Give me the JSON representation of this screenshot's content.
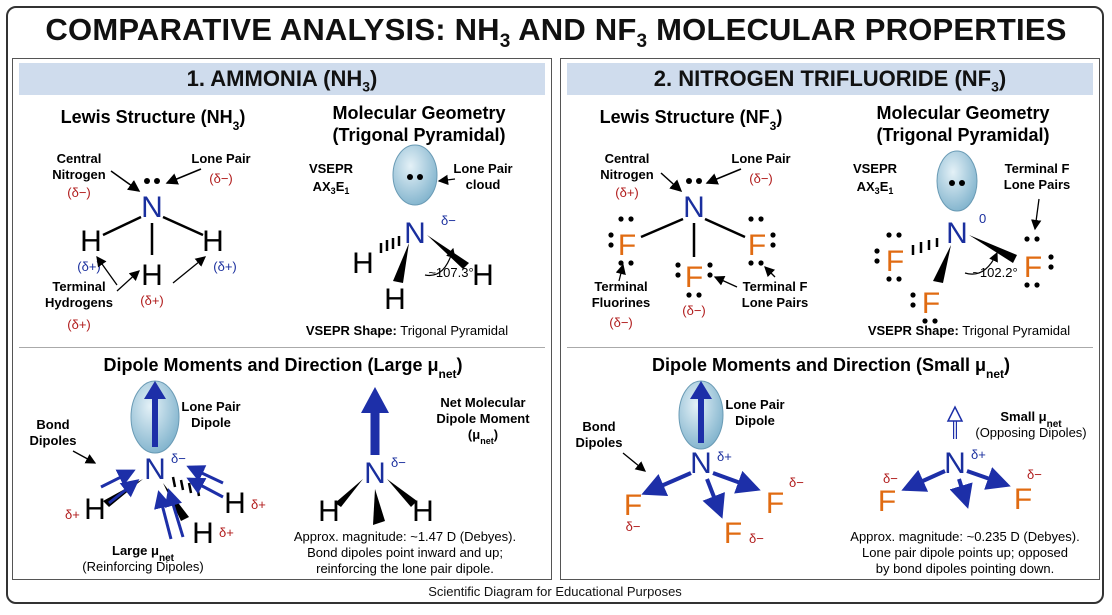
{
  "title": {
    "prefix": "COMPARATIVE ANALYSIS: NH",
    "mid": " AND NF",
    "suffix": " MOLECULAR PROPERTIES",
    "sub": "3"
  },
  "footer": "Scientific Diagram for Educational Purposes",
  "nh3": {
    "header": "1. AMMONIA (NH",
    "header_sub": "3",
    "header_end": ")",
    "lewis_title": "Lewis Structure (NH",
    "lewis_sub": "3",
    "lewis_end": ")",
    "central_a": "Central",
    "central_b": "Nitrogen",
    "delta_minus": "(δ−)",
    "lone_pair": "Lone Pair",
    "delta_plus": "(δ+)",
    "terminal_a": "Terminal",
    "terminal_b": "Hydrogens",
    "geom_title_a": "Molecular Geometry",
    "geom_title_b": "(Trigonal Pyramidal)",
    "vsepr": "VSEPR",
    "ax": "AX",
    "ax_3": "3",
    "e": "E",
    "e_1": "1",
    "lone_pair_cloud_a": "Lone Pair",
    "lone_pair_cloud_b": "cloud",
    "angle": "~107.3°",
    "delta_sym": "δ−",
    "vsepr_shape_label": "VSEPR Shape:",
    "vsepr_shape_value": " Trigonal Pyramidal",
    "dipole_title": "Dipole Moments and Direction (Large μ",
    "dipole_sub": "net",
    "dipole_end": ")",
    "bond_dipoles_a": "Bond",
    "bond_dipoles_b": "Dipoles",
    "lp_dipole_a": "Lone Pair",
    "lp_dipole_b": "Dipole",
    "large_mu": "Large μ",
    "large_mu_sub": "net",
    "reinforcing": "(Reinforcing Dipoles)",
    "net_a": "Net Molecular",
    "net_b": "Dipole Moment",
    "net_c": "(μ",
    "net_c_sub": "net",
    "net_c_end": ")",
    "magnitude": "Approx. magnitude: ~1.47 D (Debyes).",
    "explain_a": "Bond dipoles point inward and up;",
    "explain_b": "reinforcing the lone pair dipole.",
    "delta_plus_sym": "δ+"
  },
  "nf3": {
    "header": "2. NITROGEN TRIFLUORIDE (NF",
    "header_sub": "3",
    "header_end": ")",
    "lewis_title": "Lewis Structure (NF",
    "lewis_sub": "3",
    "lewis_end": ")",
    "central_a": "Central",
    "central_b": "Nitrogen",
    "delta_plus": "(δ+)",
    "lone_pair": "Lone Pair",
    "delta_minus": "(δ−)",
    "terminal_a": "Terminal",
    "terminal_b": "Fluorines",
    "terminal_f_a": "Terminal F",
    "terminal_f_b": "Lone Pairs",
    "geom_title_a": "Molecular Geometry",
    "geom_title_b": "(Trigonal Pyramidal)",
    "vsepr": "VSEPR",
    "ax": "AX",
    "ax_3": "3",
    "e": "E",
    "e_1": "1",
    "charge_zero": "0",
    "angle": "~102.2°",
    "vsepr_shape_label": "VSEPR Shape:",
    "vsepr_shape_value": " Trigonal Pyramidal",
    "dipole_title": "Dipole Moments and Direction (Small μ",
    "dipole_sub": "net",
    "dipole_end": ")",
    "bond_dipoles_a": "Bond",
    "bond_dipoles_b": "Dipoles",
    "lp_dipole_a": "Lone Pair",
    "lp_dipole_b": "Dipole",
    "small_mu": "Small μ",
    "small_mu_sub": "net",
    "opposing": "(Opposing Dipoles)",
    "magnitude": "Approx. magnitude: ~0.235 D (Debyes).",
    "explain_a": "Lone pair dipole points up; opposed",
    "explain_b": "by bond dipoles pointing down.",
    "delta_plus_sym": "δ+",
    "delta_minus_sym": "δ−"
  },
  "atoms": {
    "N": "N",
    "H": "H",
    "F": "F"
  },
  "colors": {
    "header_bg": "#cfdced",
    "nitrogen": "#1a2f9e",
    "fluorine": "#e06b12",
    "arrow": "#1d2fa8",
    "delta_red": "#b01a1a",
    "cloud": "#9fc7dc"
  }
}
